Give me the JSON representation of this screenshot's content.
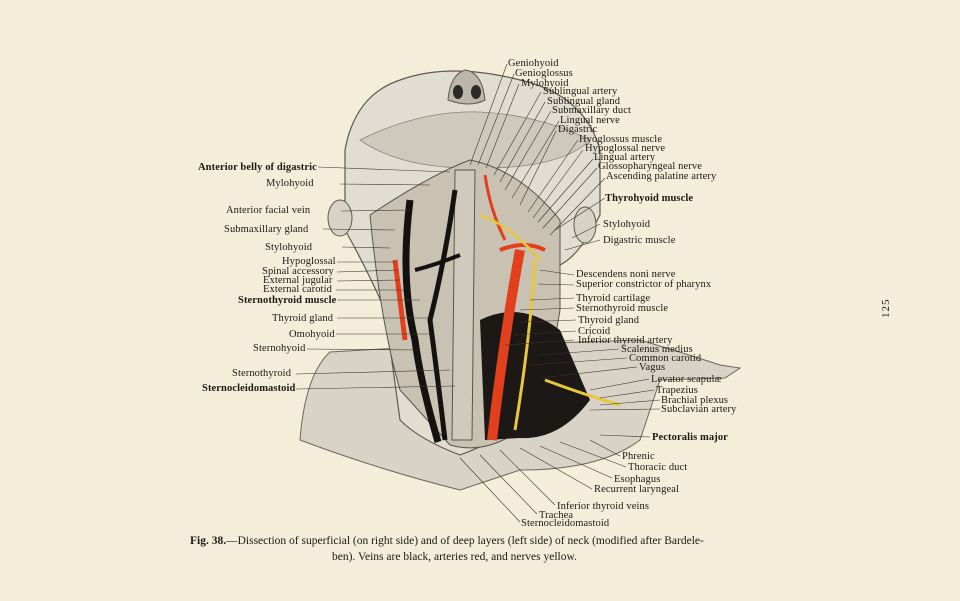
{
  "page_number": "125",
  "caption": {
    "figure_label": "Fig. 38.",
    "title": "—Dissection of superficial (on right side) and of deep layers (left side) of neck (modified after Bardele-",
    "continuation": "ben).   Veins are black, arteries red, and nerves yellow."
  },
  "labels": {
    "top": [
      "Geniohyoid",
      "Genioglossus",
      "Mylohyoid",
      "Sublingual artery",
      "Sublingual gland",
      "Submaxillary duct",
      "Lingual nerve",
      "Digastric",
      "Hyoglossus muscle",
      "Hypoglossal nerve",
      "Lingual artery",
      "Glossopharyngeal nerve",
      "Ascending palatine artery"
    ],
    "left": [
      "Anterior belly of digastric",
      "Mylohyoid",
      "Anterior facial vein",
      "Submaxillary gland",
      "Stylohyoid",
      "Hypoglossal",
      "Spinal accessory",
      "External jugular",
      "External carotid",
      "Sternothyroid muscle",
      "Thyroid gland",
      "Omohyoid",
      "Sternohyoid",
      "Sternothyroid",
      "Sternocleidomastoid"
    ],
    "right": [
      "Thyrohyoid muscle",
      "Stylohyoid",
      "Digastric muscle",
      "Descendens noni nerve",
      "Superior constrictor of pharynx",
      "Thyroid cartilage",
      "Sternothyroid muscle",
      "Thyroid gland",
      "Cricoid",
      "Inferior thyroid artery",
      "Scalenus medius",
      "Common carotid",
      "Vagus",
      "Levator scapulæ",
      "Trapezius",
      "Brachial plexus",
      "Subclavian artery",
      "Pectoralis major",
      "Phrenic",
      "Thoracic duct",
      "Esophagus",
      "Recurrent laryngeal"
    ],
    "bottom": [
      "Inferior thyroid veins",
      "Trachea",
      "Sternocleidomastoid"
    ]
  }
}
